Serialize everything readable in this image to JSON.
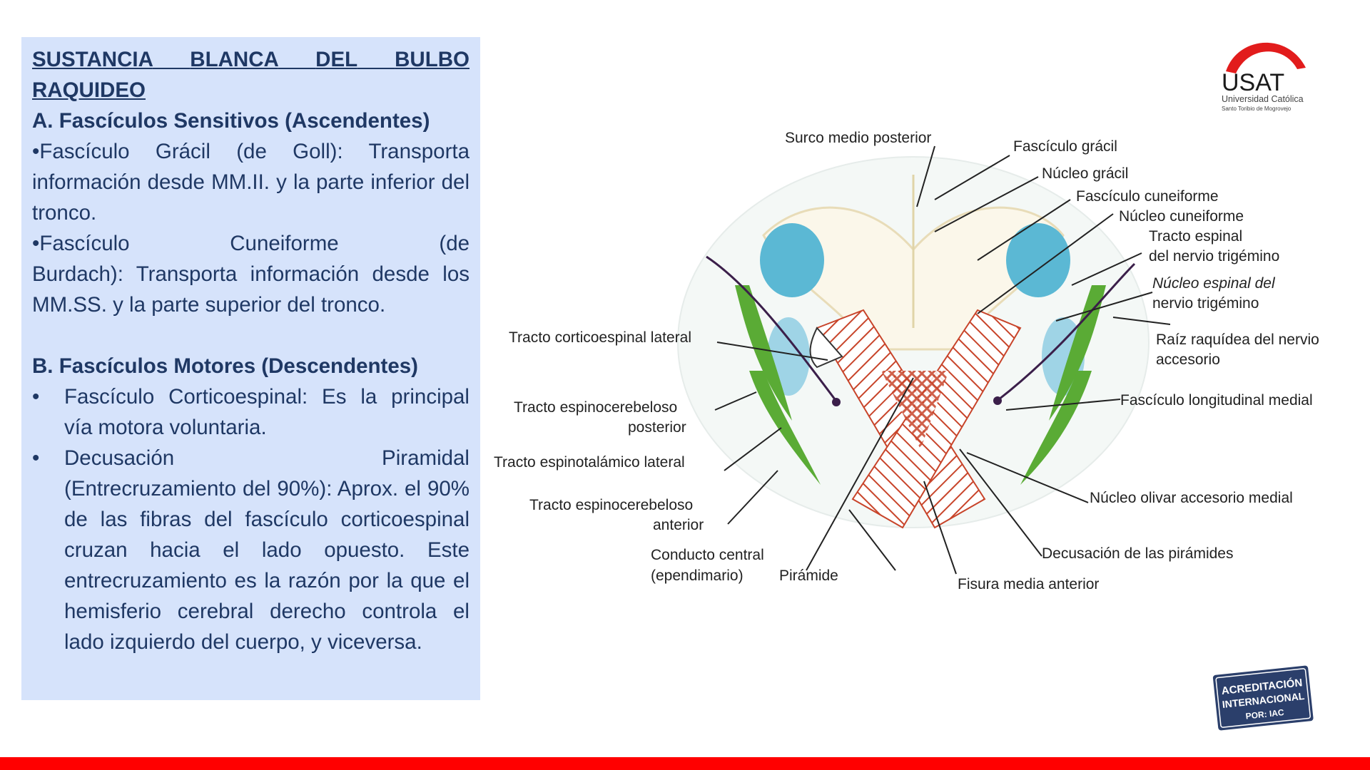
{
  "panel": {
    "title_line1_words": [
      "SUSTANCIA",
      "BLANCA",
      "DEL",
      "BULBO"
    ],
    "title_line2": "RAQUIDEO",
    "section_a_heading": "A. Fascículos Sensitivos (Ascendentes)",
    "gracil_text": "•Fascículo Grácil (de Goll): Transporta información desde MM.II. y la parte inferior del tronco.",
    "cuneiform_line1_words": [
      "•Fascículo",
      "Cuneiforme",
      "(de"
    ],
    "cuneiform_rest": "Burdach): Transporta información desde los MM.SS. y la parte superior del tronco.",
    "section_b_heading": "B. Fascículos Motores (Descendentes)",
    "bullet_char": "•",
    "bullet1_text": "Fascículo Corticoespinal: Es la principal vía motora voluntaria.",
    "bullet2_line1_words": [
      "Decusación",
      "Piramidal"
    ],
    "bullet2_rest": "(Entrecruzamiento del 90%): Aprox. el 90% de las fibras del fascículo corticoespinal cruzan hacia el lado opuesto. Este entrecruzamiento es la razón por la que el hemisferio cerebral derecho controla el lado izquierdo del cuerpo, y viceversa."
  },
  "diagram": {
    "labels": {
      "surco": "Surco medio posterior",
      "fasc_gracil": "Fascículo grácil",
      "nucleo_gracil": "Núcleo grácil",
      "fasc_cuneiforme": "Fascículo cuneiforme",
      "nucleo_cuneiforme": "Núcleo cuneiforme",
      "tracto_espinal_1": "Tracto espinal",
      "tracto_espinal_2": "del nervio trigémino",
      "nucleo_espinal_1": "Núcleo espinal del",
      "nucleo_espinal_2": "nervio trigémino",
      "raiz_1": "Raíz raquídea del nervio",
      "raiz_2": "accesorio",
      "fasc_longitudinal": "Fascículo longitudinal medial",
      "nucleo_olivar": "Núcleo olivar accesorio medial",
      "decusacion": "Decusación de las pirámides",
      "fisura": "Fisura media anterior",
      "piramide": "Pirámide",
      "conducto_1": "Conducto central",
      "conducto_2": "(ependimario)",
      "espinocerebeloso_ant_1": "Tracto espinocerebeloso",
      "espinocerebeloso_ant_2": "anterior",
      "espinotalamico": "Tracto espinotalámico lateral",
      "espinocerebeloso_post_1": "Tracto espinocerebeloso",
      "espinocerebeloso_post_2": "posterior",
      "corticoespinal": "Tracto corticoespinal lateral"
    }
  },
  "logo": {
    "name": "USAT",
    "line1": "Universidad Católica",
    "line2": "Santo Toribio de Mogrovejo"
  },
  "badge": {
    "line1": "ACREDITACIÓN",
    "line2": "INTERNACIONAL",
    "line3": "POR: IAC"
  },
  "colors": {
    "panel_bg": "#d6e3fb",
    "panel_text": "#1f3864",
    "accent_red": "#ff0000",
    "tract_red": "#c8442a",
    "nucleus_blue": "#5bb8d4",
    "tract_green": "#5aab35"
  }
}
